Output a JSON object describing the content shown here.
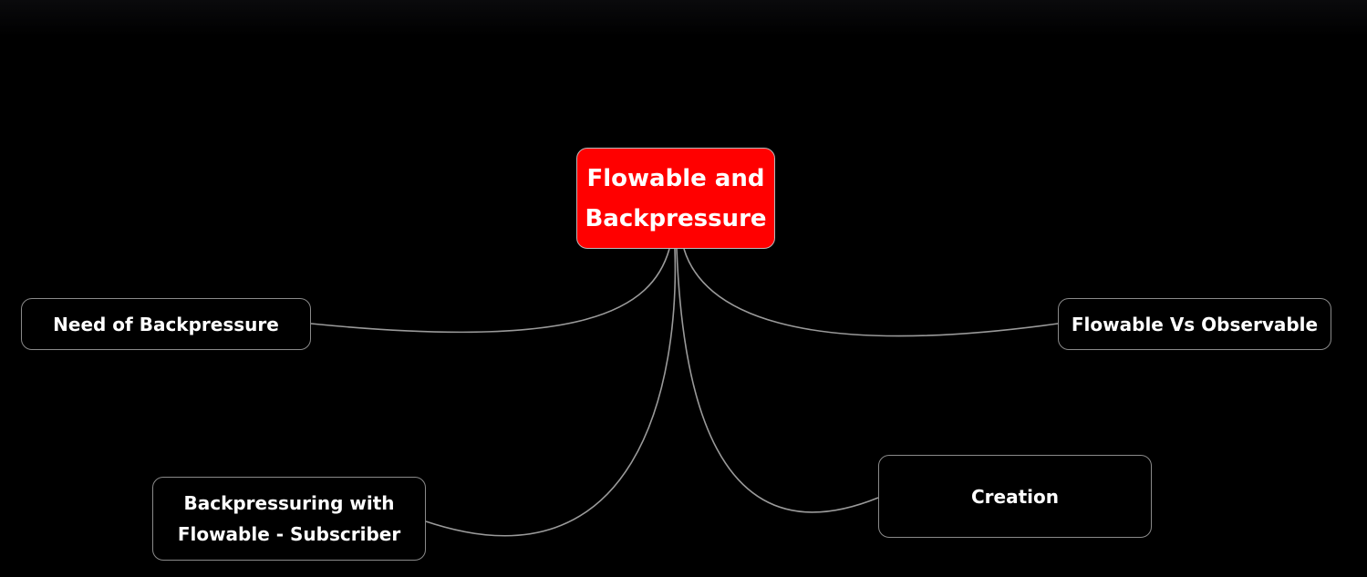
{
  "diagram": {
    "root": {
      "label": "Flowable and\nBackpressure",
      "fill": "#ff0000"
    },
    "branches": [
      {
        "id": "need",
        "label": "Need of Backpressure"
      },
      {
        "id": "fvo",
        "label": "Flowable Vs Observable"
      },
      {
        "id": "bwf",
        "label": "Backpressuring with\nFlowable - Subscriber"
      },
      {
        "id": "cre",
        "label": "Creation"
      }
    ],
    "colors": {
      "background": "#000000",
      "node_border": "#8a8a8a",
      "connector": "#9a9a9a",
      "text": "#ffffff"
    }
  }
}
